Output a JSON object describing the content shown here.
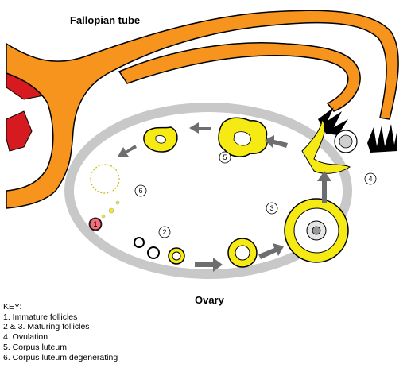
{
  "labels": {
    "fallopian_tube": "Fallopian tube",
    "ovary": "Ovary"
  },
  "stage_markers": [
    "1",
    "2",
    "3",
    "4",
    "5",
    "6"
  ],
  "key": {
    "title": "KEY:",
    "items": [
      "1. Immature follicles",
      "2 & 3. Maturing follicles",
      "4. Ovulation",
      "5. Corpus luteum",
      "6. Corpus luteum degenerating"
    ]
  },
  "colors": {
    "tube_orange": "#f7941d",
    "tube_red": "#d71920",
    "ovary_ring": "#c8c8c8",
    "follicle_yellow": "#f5ea14",
    "arrow_gray": "#6d6e70",
    "immature_red": "#f26d7d"
  }
}
